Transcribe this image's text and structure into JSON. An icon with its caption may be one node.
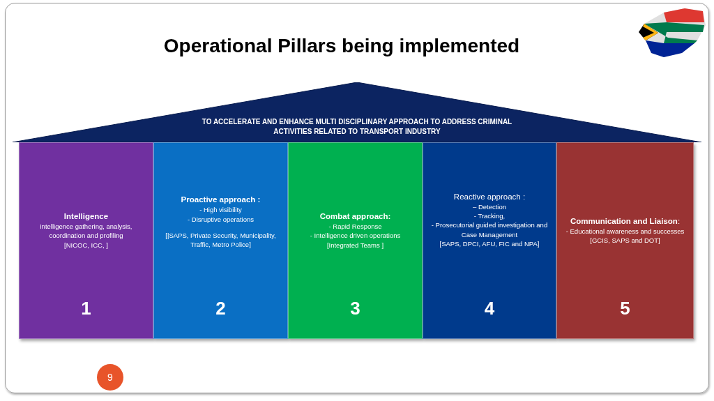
{
  "diagram": {
    "title": "Operational Pillars being implemented",
    "nodes": [
      {
        "text": [
          "TO ACCELERATE AND ENHANCE MULTI DISCIPLINARY APPROACH TO ADDRESS CRIMINAL ACTIVITIES RELATED TO TRANSPORT INDUSTRY"
        ]
      },
      {
        "text": [
          "Intelligence",
          "intelligence gathering, analysis, coordination and profiling",
          "[NICOC, ICC, ]",
          "1"
        ]
      },
      {
        "text": [
          "Proactive approach :",
          "- High visibility",
          "- Disruptive operations",
          "[|SAPS, Private Security, Municipality, Traffic, Metro Police]",
          "2"
        ]
      },
      {
        "text": [
          "Combat approach:",
          "- Rapid Response",
          "- Intelligence driven operations",
          "[Integrated Teams ]",
          "3"
        ]
      },
      {
        "text": [
          "Reactive approach :",
          "– Detection",
          "- Tracking,",
          "- Prosecutorial guided investigation and Case Management",
          "[SAPS, DPCI, AFU, FIC and NPA]",
          "4"
        ]
      },
      {
        "text": [
          "**Communication and Liaison**:",
          "- Educational awareness and successes",
          "[GCIS, SAPS and DOT]",
          "5"
        ]
      },
      {
        "text": [
          "9"
        ]
      }
    ]
  }
}
